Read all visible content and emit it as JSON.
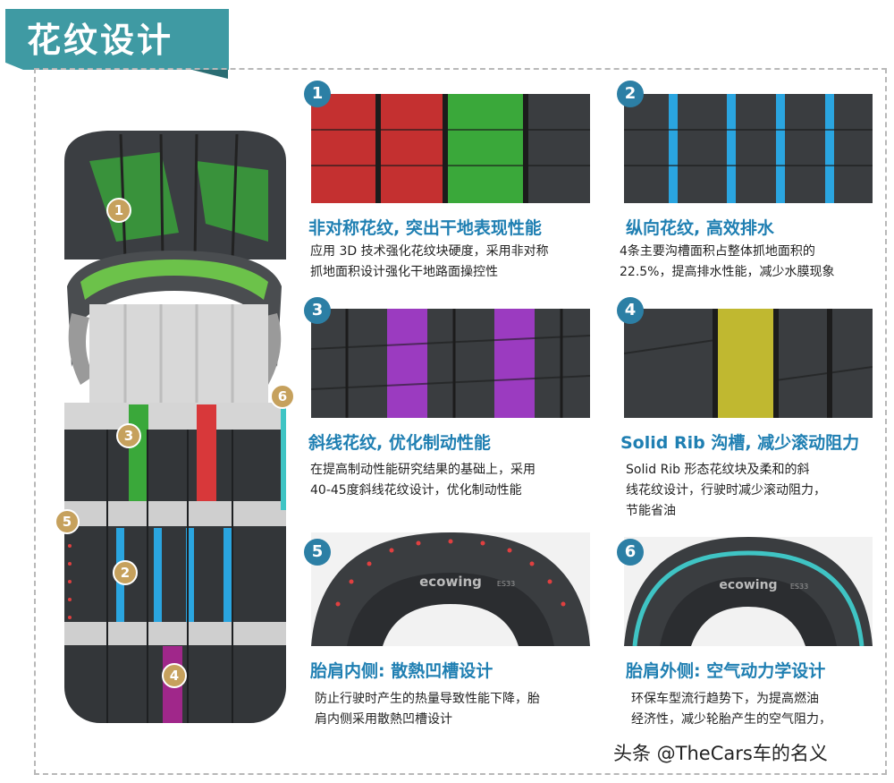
{
  "header": {
    "title": "花纹设计"
  },
  "tire_markers": [
    "1",
    "2",
    "3",
    "4",
    "5",
    "6"
  ],
  "panels": [
    {
      "number": "1",
      "heading": "非对称花纹, 突出干地表现性能",
      "desc": [
        "应用 3D 技术强化花纹块硬度，采用非对称",
        "抓地面积设计强化干地路面操控性"
      ]
    },
    {
      "number": "2",
      "heading": "纵向花纹, 高效排水",
      "desc": [
        "4条主要沟槽面积占整体抓地面积的",
        "22.5%，提高排水性能，减少水膜现象"
      ]
    },
    {
      "number": "3",
      "heading": "斜线花纹, 优化制动性能",
      "desc": [
        "在提高制动性能研究结果的基础上，采用",
        "40-45度斜线花纹设计，优化制动性能"
      ]
    },
    {
      "number": "4",
      "heading": "Solid Rib 沟槽, 减少滚动阻力",
      "desc": [
        "Solid Rib 形态花纹块及柔和的斜",
        "线花纹设计，行驶时减少滚动阻力，",
        "节能省油"
      ]
    },
    {
      "number": "5",
      "heading": "胎肩内侧: 散熱凹槽设计",
      "desc": [
        "防止行驶时产生的热量导致性能下降，胎",
        "肩内侧采用散熱凹槽设计"
      ]
    },
    {
      "number": "6",
      "heading": "胎肩外侧: 空气动力学设计",
      "desc": [
        "环保车型流行趋势下，为提高燃油",
        "经济性，减少轮胎产生的空气阻力，"
      ]
    }
  ],
  "sidewall_text": {
    "brand": "ecowing",
    "model": "ES33"
  },
  "watermark": "头条 @TheCars车的名义",
  "colors": {
    "banner": "#3f9aa3",
    "accent": "#1f7fb2",
    "badge": "#2c7fa5",
    "green": "#3aa83a",
    "red": "#d8383a",
    "blue": "#2aa5e0",
    "purple": "#9b3bc0",
    "olive": "#c0b830",
    "teal": "#3fc4c4"
  }
}
